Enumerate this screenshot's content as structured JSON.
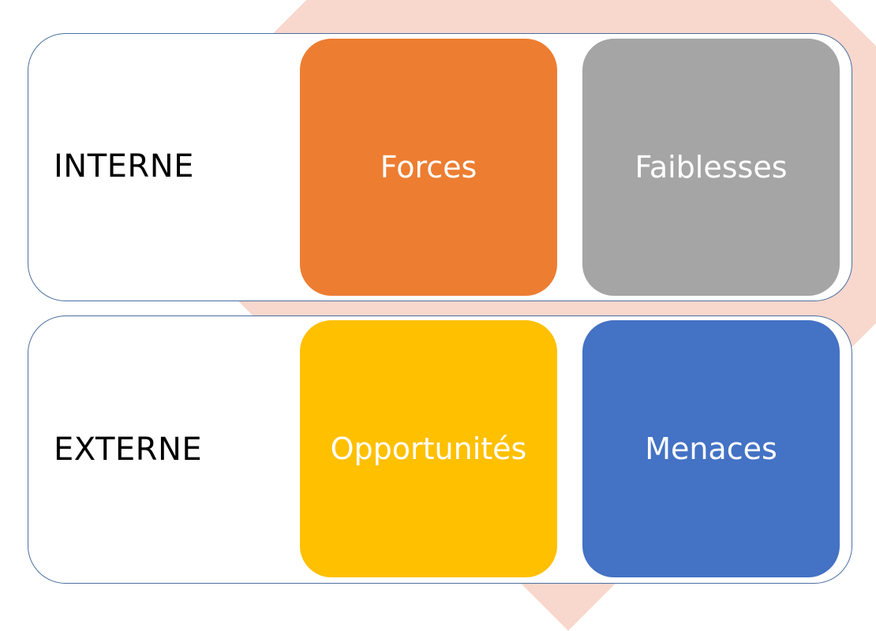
{
  "diagram": {
    "background_shape_color": "#f8d7cd",
    "rows": [
      {
        "id": "internal",
        "label": "INTERNE",
        "tiles": [
          {
            "label": "Forces",
            "color": "#ed7d31"
          },
          {
            "label": "Faiblesses",
            "color": "#a5a5a5"
          }
        ]
      },
      {
        "id": "external",
        "label": "EXTERNE",
        "tiles": [
          {
            "label": "Opportunités",
            "color": "#ffc000"
          },
          {
            "label": "Menaces",
            "color": "#4472c4"
          }
        ]
      }
    ]
  }
}
